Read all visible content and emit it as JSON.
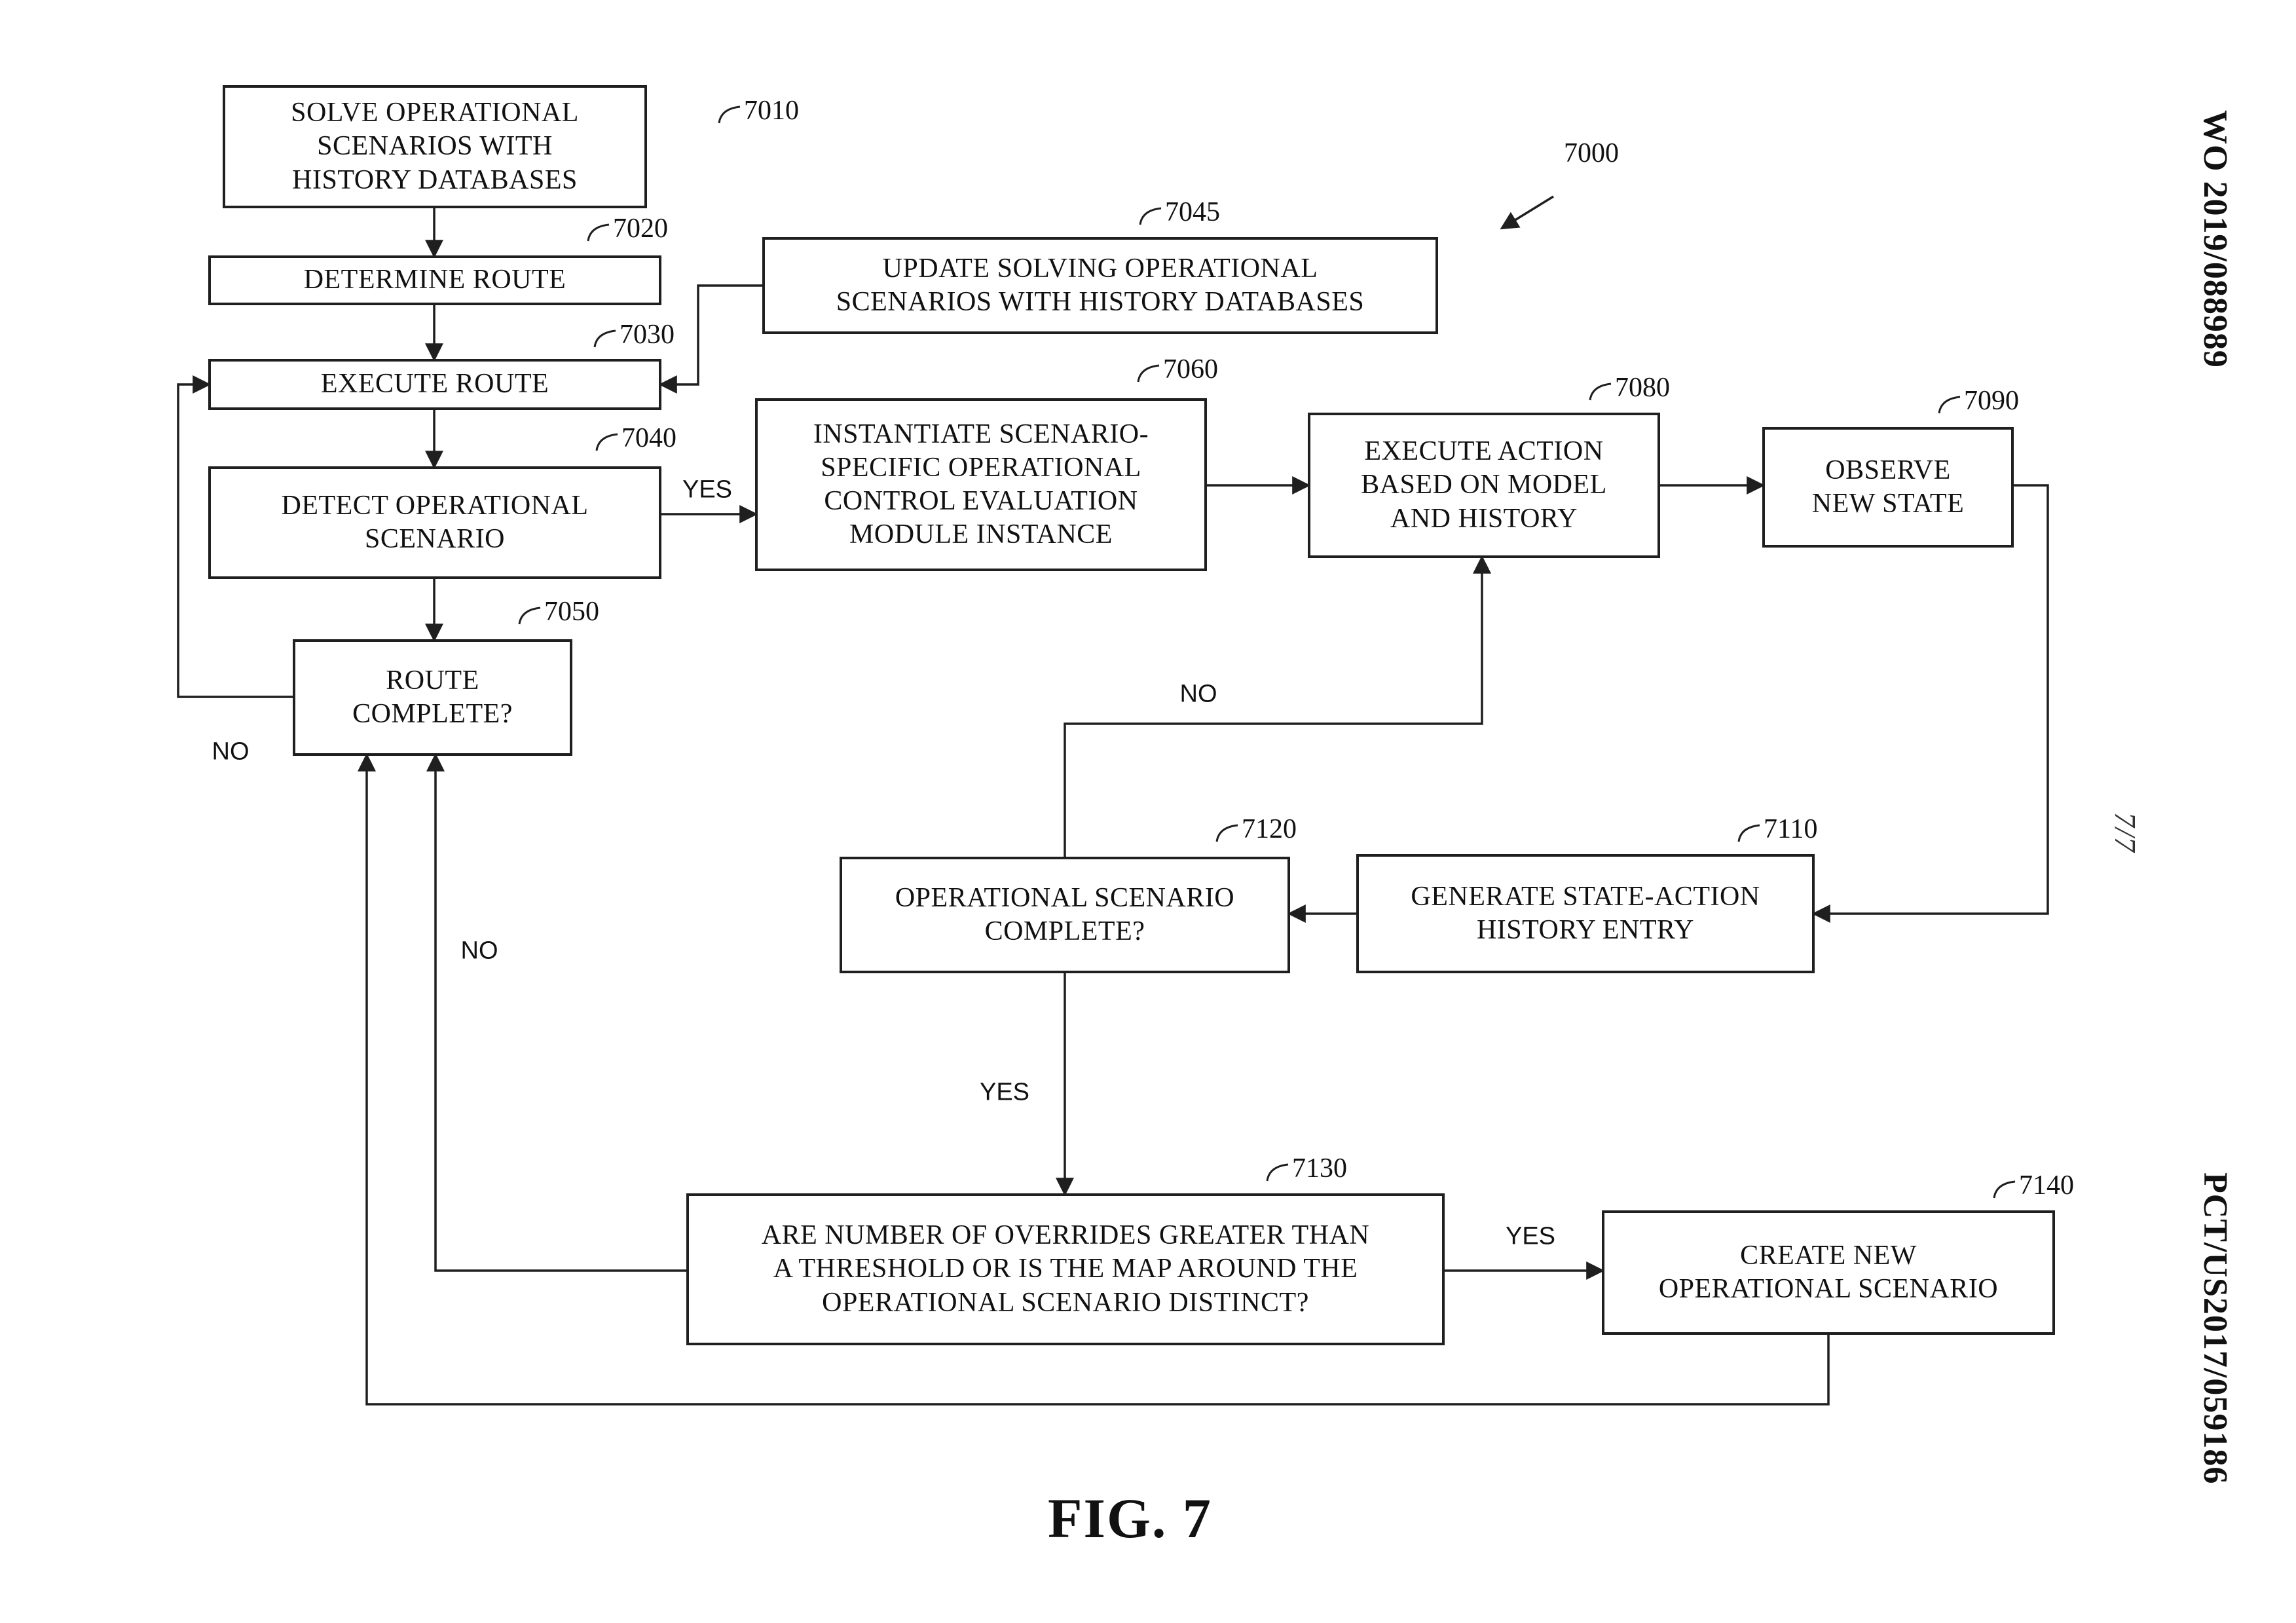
{
  "document": {
    "publication_number": "WO 2019/088989",
    "page_indicator": "7/7",
    "application_number": "PCT/US2017/059186",
    "figure_label": "FIG. 7",
    "diagram_ref": "7000"
  },
  "nodes": {
    "n7010": {
      "ref": "7010",
      "label": "SOLVE OPERATIONAL\nSCENARIOS WITH\nHISTORY DATABASES"
    },
    "n7020": {
      "ref": "7020",
      "label": "DETERMINE ROUTE"
    },
    "n7030": {
      "ref": "7030",
      "label": "EXECUTE ROUTE"
    },
    "n7040": {
      "ref": "7040",
      "label": "DETECT OPERATIONAL\nSCENARIO"
    },
    "n7050": {
      "ref": "7050",
      "label": "ROUTE\nCOMPLETE?"
    },
    "n7045": {
      "ref": "7045",
      "label": "UPDATE SOLVING OPERATIONAL\nSCENARIOS WITH HISTORY DATABASES"
    },
    "n7060": {
      "ref": "7060",
      "label": "INSTANTIATE SCENARIO-\nSPECIFIC OPERATIONAL\nCONTROL EVALUATION\nMODULE INSTANCE"
    },
    "n7080": {
      "ref": "7080",
      "label": "EXECUTE ACTION\nBASED ON MODEL\nAND HISTORY"
    },
    "n7090": {
      "ref": "7090",
      "label": "OBSERVE\nNEW STATE"
    },
    "n7110": {
      "ref": "7110",
      "label": "GENERATE STATE-ACTION\nHISTORY ENTRY"
    },
    "n7120": {
      "ref": "7120",
      "label": "OPERATIONAL SCENARIO\nCOMPLETE?"
    },
    "n7130": {
      "ref": "7130",
      "label": "ARE NUMBER OF OVERRIDES GREATER THAN\nA THRESHOLD OR IS THE MAP AROUND THE\nOPERATIONAL SCENARIO DISTINCT?"
    },
    "n7140": {
      "ref": "7140",
      "label": "CREATE NEW\nOPERATIONAL SCENARIO"
    }
  },
  "edges": [
    {
      "from": "7010",
      "to": "7020",
      "label": ""
    },
    {
      "from": "7020",
      "to": "7030",
      "label": ""
    },
    {
      "from": "7030",
      "to": "7040",
      "label": ""
    },
    {
      "from": "7040",
      "to": "7050",
      "label": ""
    },
    {
      "from": "7040",
      "to": "7060",
      "label": "YES"
    },
    {
      "from": "7060",
      "to": "7080",
      "label": ""
    },
    {
      "from": "7080",
      "to": "7090",
      "label": ""
    },
    {
      "from": "7090",
      "to": "7110",
      "label": ""
    },
    {
      "from": "7110",
      "to": "7120",
      "label": ""
    },
    {
      "from": "7120",
      "to": "7080",
      "label": "NO"
    },
    {
      "from": "7120",
      "to": "7130",
      "label": "YES"
    },
    {
      "from": "7130",
      "to": "7140",
      "label": "YES"
    },
    {
      "from": "7130",
      "to": "7050",
      "label": "NO"
    },
    {
      "from": "7140",
      "to": "7050",
      "label": ""
    },
    {
      "from": "7050",
      "to": "7030",
      "label": "NO"
    },
    {
      "from": "7045",
      "to": "7030",
      "label": ""
    }
  ]
}
